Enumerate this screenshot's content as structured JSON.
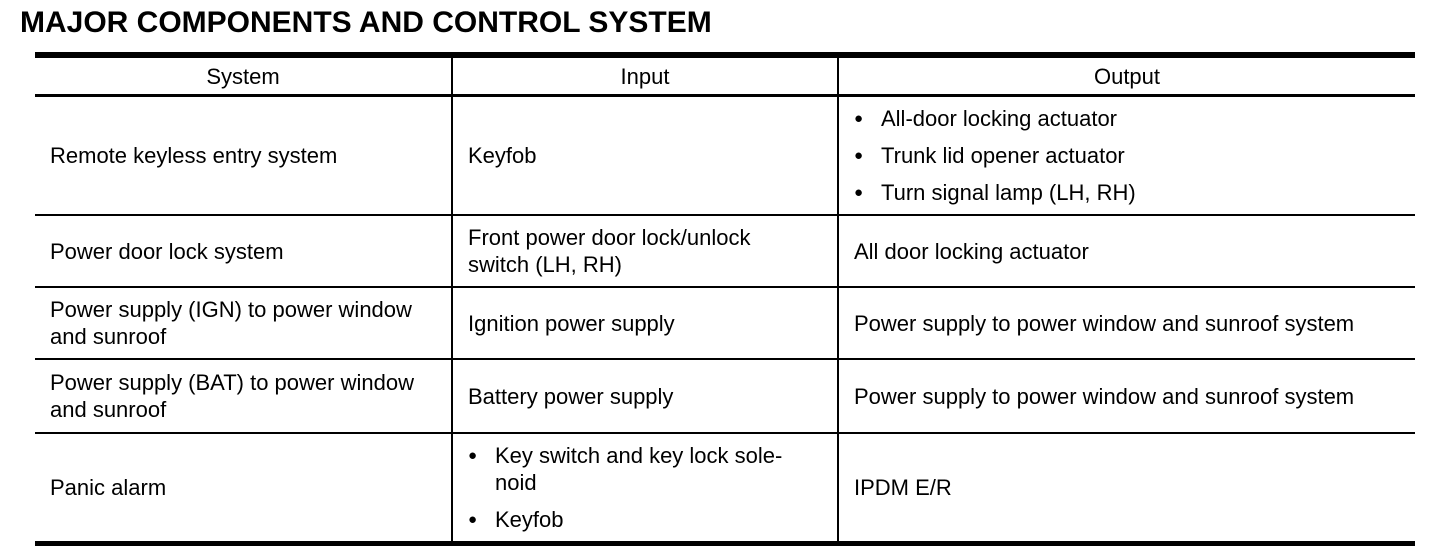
{
  "page": {
    "title": "MAJOR COMPONENTS AND CONTROL SYSTEM"
  },
  "icons": {
    "bullet": "●"
  },
  "colors": {
    "text": "#000000",
    "background": "#ffffff",
    "border": "#000000"
  },
  "table": {
    "headers": [
      "System",
      "Input",
      "Output"
    ],
    "rows": [
      {
        "system": "Remote keyless entry system",
        "input": "Keyfob",
        "output_bullets": [
          "All-door locking actuator",
          "Trunk lid opener actuator",
          "Turn signal lamp (LH, RH)"
        ]
      },
      {
        "system": "Power door lock system",
        "input": "Front power door lock/unlock\nswitch (LH, RH)",
        "output": "All door locking actuator"
      },
      {
        "system": "Power supply (IGN) to power window\nand sunroof",
        "input": "Ignition power supply",
        "output": "Power supply to power window and sunroof system"
      },
      {
        "system": "Power supply (BAT) to power window\nand sunroof",
        "input": "Battery power supply",
        "output": "Power supply to power window and sunroof system"
      },
      {
        "system": "Panic alarm",
        "input_bullets": [
          "Key switch and key lock sole-\nnoid",
          "Keyfob"
        ],
        "output": "IPDM E/R"
      }
    ]
  }
}
